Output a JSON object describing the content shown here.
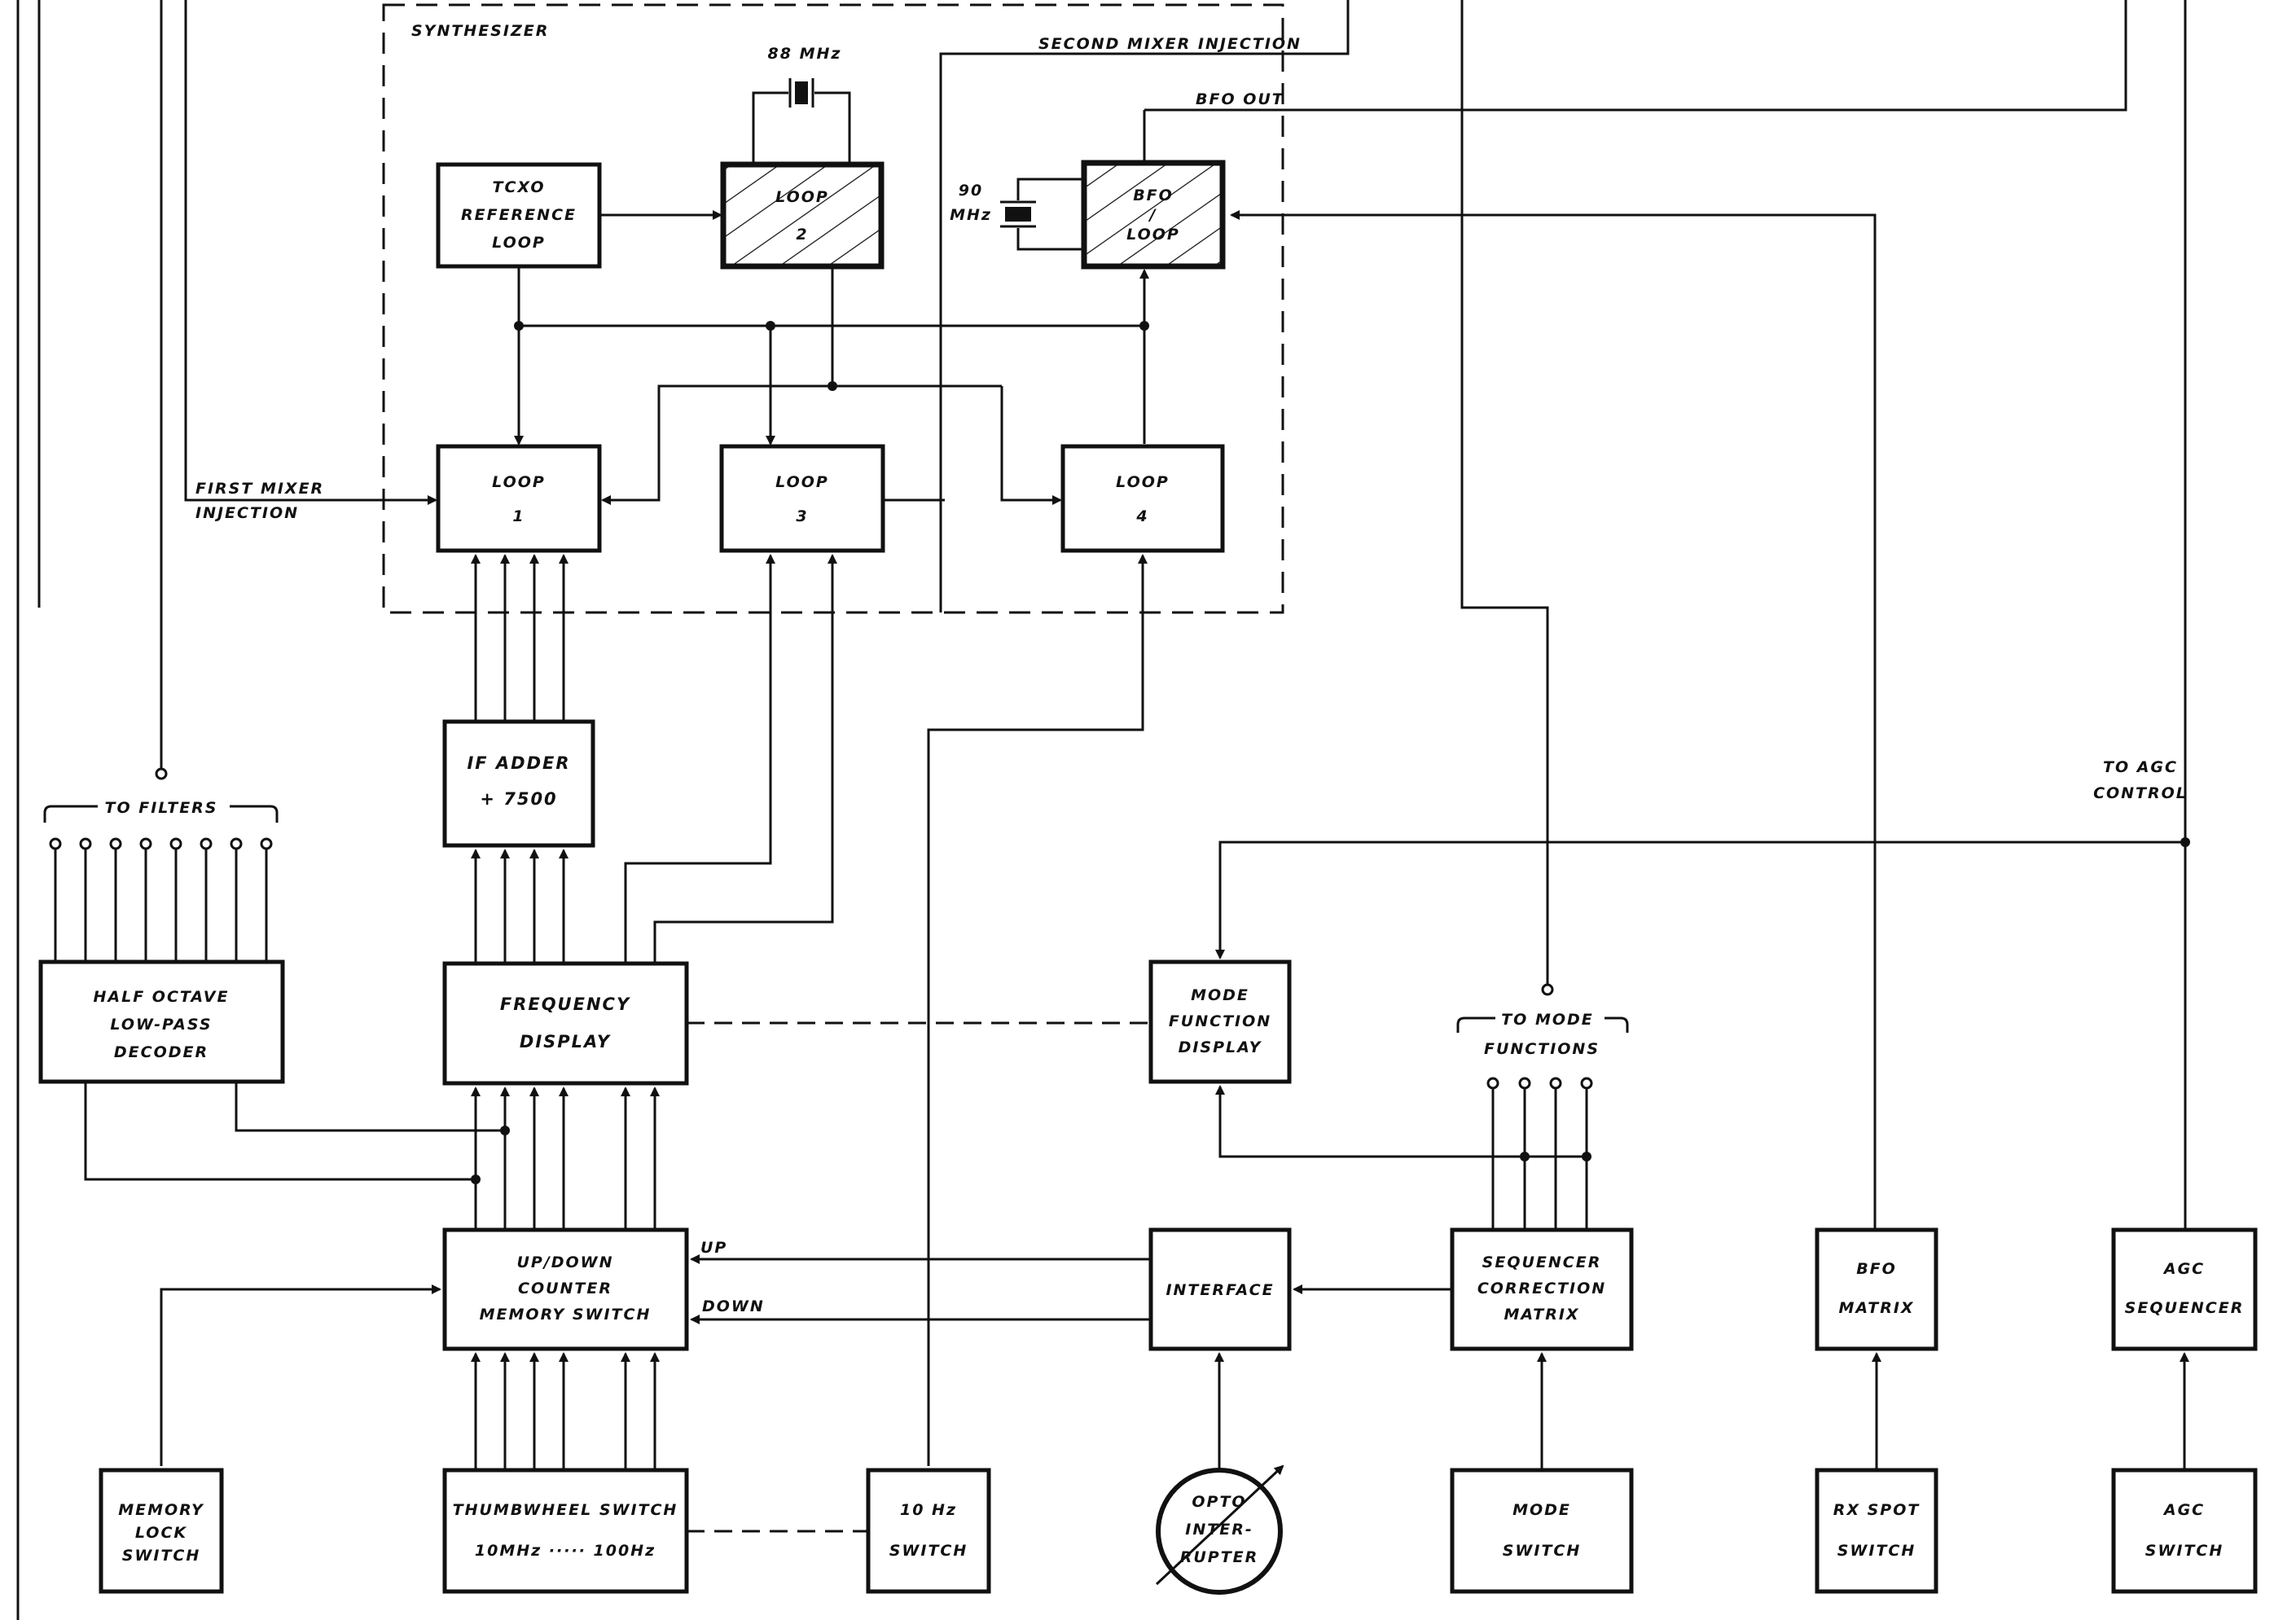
{
  "diagram": {
    "synthesizer": "SYNTHESIZER",
    "mhz88": "88 MHz",
    "second_mixer_injection": "SECOND MIXER INJECTION",
    "bfo_out": "BFO OUT",
    "mhz90_a": "90",
    "mhz90_b": "MHz",
    "tcxo": [
      "TCXO",
      "REFERENCE",
      "LOOP"
    ],
    "loop2": [
      "LOOP",
      "2"
    ],
    "bfo_loop": [
      "BFO",
      "/",
      "LOOP"
    ],
    "loop1": [
      "LOOP",
      "1"
    ],
    "loop3": [
      "LOOP",
      "3"
    ],
    "loop4": [
      "LOOP",
      "4"
    ],
    "first_mixer": [
      "FIRST MIXER",
      "INJECTION"
    ],
    "if_adder": [
      "IF  ADDER",
      "+ 7500"
    ],
    "to_filters": "TO  FILTERS",
    "half_octave": [
      "HALF OCTAVE",
      "LOW-PASS",
      "DECODER"
    ],
    "frequency_display": [
      "FREQUENCY",
      "DISPLAY"
    ],
    "mode_function_display": [
      "MODE",
      "FUNCTION",
      "DISPLAY"
    ],
    "to_mode_functions": [
      "TO  MODE",
      "FUNCTIONS"
    ],
    "to_agc_control": [
      "TO  AGC",
      "CONTROL"
    ],
    "updown": [
      "UP/DOWN",
      "COUNTER",
      "MEMORY  SWITCH"
    ],
    "up": "UP",
    "down": "DOWN",
    "interface": "INTERFACE",
    "sequencer": [
      "SEQUENCER",
      "CORRECTION",
      "MATRIX"
    ],
    "bfo_matrix": [
      "BFO",
      "MATRIX"
    ],
    "agc_sequencer": [
      "AGC",
      "SEQUENCER"
    ],
    "memory_lock": [
      "MEMORY",
      "LOCK",
      "SWITCH"
    ],
    "thumbwheel": [
      "THUMBWHEEL   SWITCH",
      "10MHz ····· 100Hz"
    ],
    "hz10": [
      "10  Hz",
      "SWITCH"
    ],
    "opto": [
      "OPTO",
      "INTER-",
      "RUPTER"
    ],
    "mode_switch": [
      "MODE",
      "SWITCH"
    ],
    "rx_spot": [
      "RX SPOT",
      "SWITCH"
    ],
    "agc_switch": [
      "AGC",
      "SWITCH"
    ]
  }
}
